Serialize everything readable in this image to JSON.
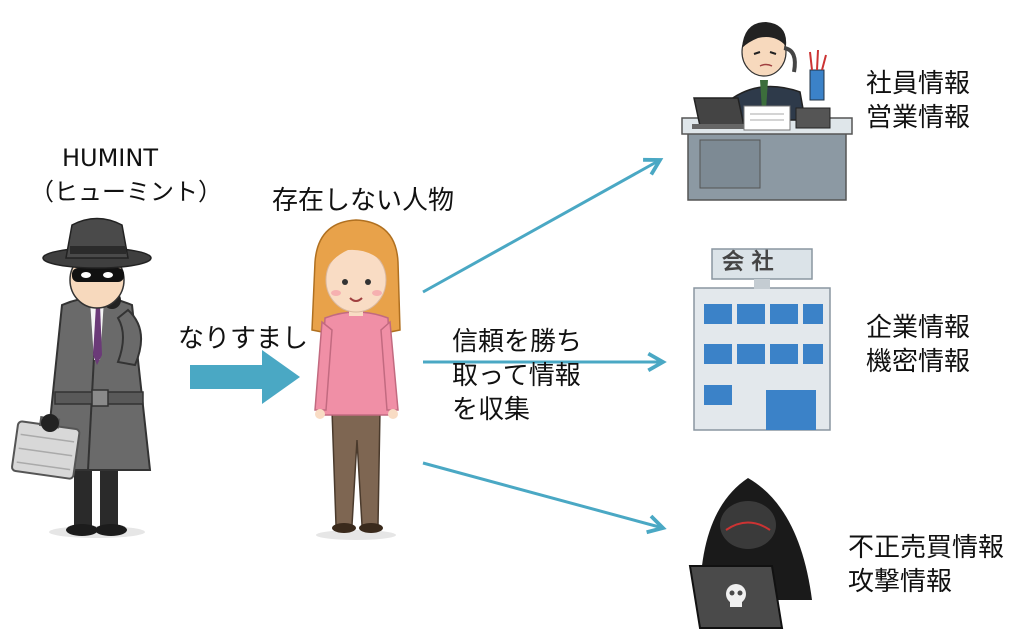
{
  "spy": {
    "title": "HUMINT",
    "reading": "（ヒューミント）"
  },
  "persona": {
    "label": "存在しない人物"
  },
  "impersonate": {
    "label": "なりすまし"
  },
  "action": {
    "line1": "信頼を勝ち",
    "line2": "取って情報",
    "line3": "を収集"
  },
  "targets": {
    "office": {
      "line1": "社員情報",
      "line2": "営業情報"
    },
    "company": {
      "sign": "会 社",
      "line1": "企業情報",
      "line2": "機密情報"
    },
    "darkweb": {
      "line1": "不正売買情報",
      "line2": "攻撃情報"
    }
  },
  "colors": {
    "arrow": "#4aa8c4",
    "accent": "#3b82c8"
  }
}
